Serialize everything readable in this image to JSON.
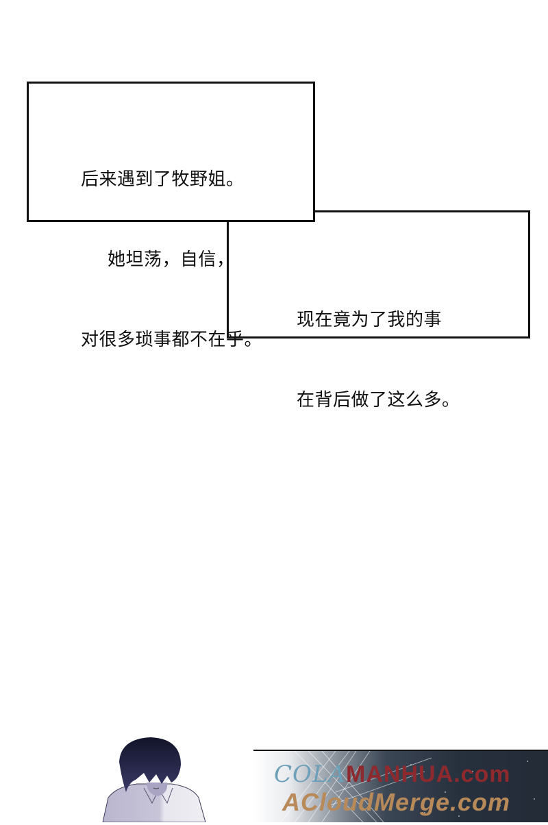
{
  "captions": [
    {
      "id": "caption-1",
      "lines": [
        "后来遇到了牧野姐。",
        "她坦荡，自信，",
        "对很多琐事都不在乎。"
      ]
    },
    {
      "id": "caption-2",
      "lines": [
        "现在竟为了我的事",
        "在背后做了这么多。"
      ]
    }
  ],
  "panel": {
    "character": "dark-haired figure in white shirt, head bowed",
    "watermark_line1_part1": "COLA",
    "watermark_line1_part2": "MANHUA.com",
    "watermark_line2": "ACloudMerge.com"
  },
  "colors": {
    "border": "#111111",
    "background": "#ffffff",
    "watermark_blue": "#6c9fb8",
    "watermark_red": "#8e2a2e",
    "watermark_tan": "#b88a5a",
    "panel_dark": "#27303d"
  }
}
